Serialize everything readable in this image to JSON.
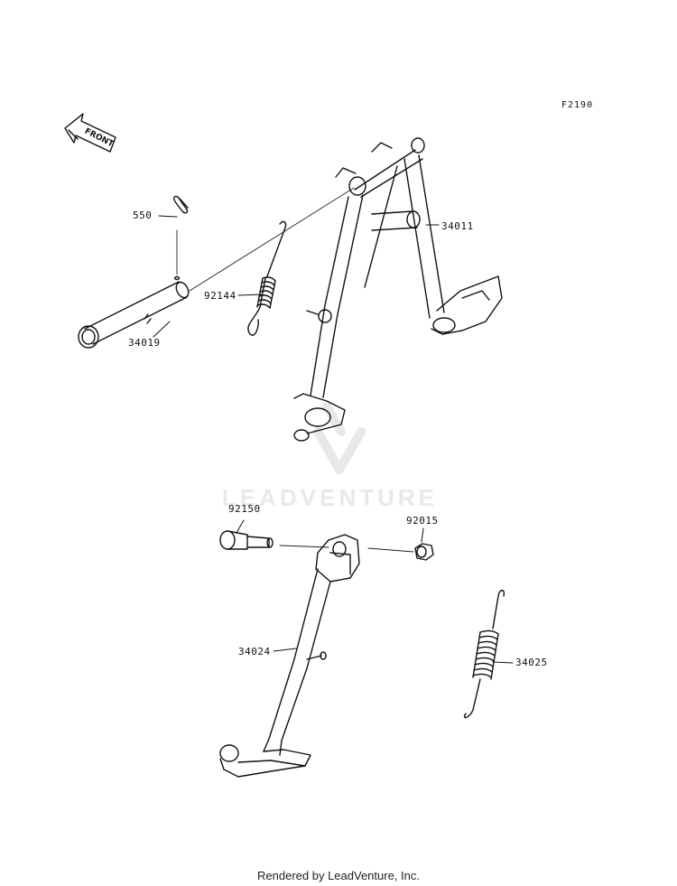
{
  "diagram": {
    "code": "F2190",
    "front_label": "FRONT",
    "watermark": "LEADVENTURE",
    "footer": "Rendered by LeadVenture, Inc."
  },
  "parts": [
    {
      "id": "p550",
      "number": "550"
    },
    {
      "id": "p34019",
      "number": "34019"
    },
    {
      "id": "p92144",
      "number": "92144"
    },
    {
      "id": "p34011",
      "number": "34011"
    },
    {
      "id": "p92150",
      "number": "92150"
    },
    {
      "id": "p92015",
      "number": "92015"
    },
    {
      "id": "p34024",
      "number": "34024"
    },
    {
      "id": "p34025",
      "number": "34025"
    }
  ]
}
